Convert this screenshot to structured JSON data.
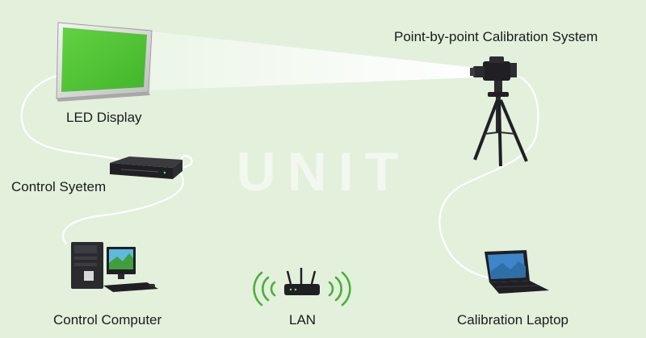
{
  "labels": {
    "led_display": "LED Display",
    "control_system": "Control Syetem",
    "control_computer": "Control Computer",
    "lan": "LAN",
    "calibration_system": "Point-by-point Calibration System",
    "calibration_laptop": "Calibration Laptop"
  },
  "watermark": "UNIT",
  "colors": {
    "background": "#e2f0dc",
    "led_screen": "#56c93a",
    "cable": "#ffffff",
    "device_dark": "#1f1f24",
    "wifi_waves": "#4caf3a"
  }
}
